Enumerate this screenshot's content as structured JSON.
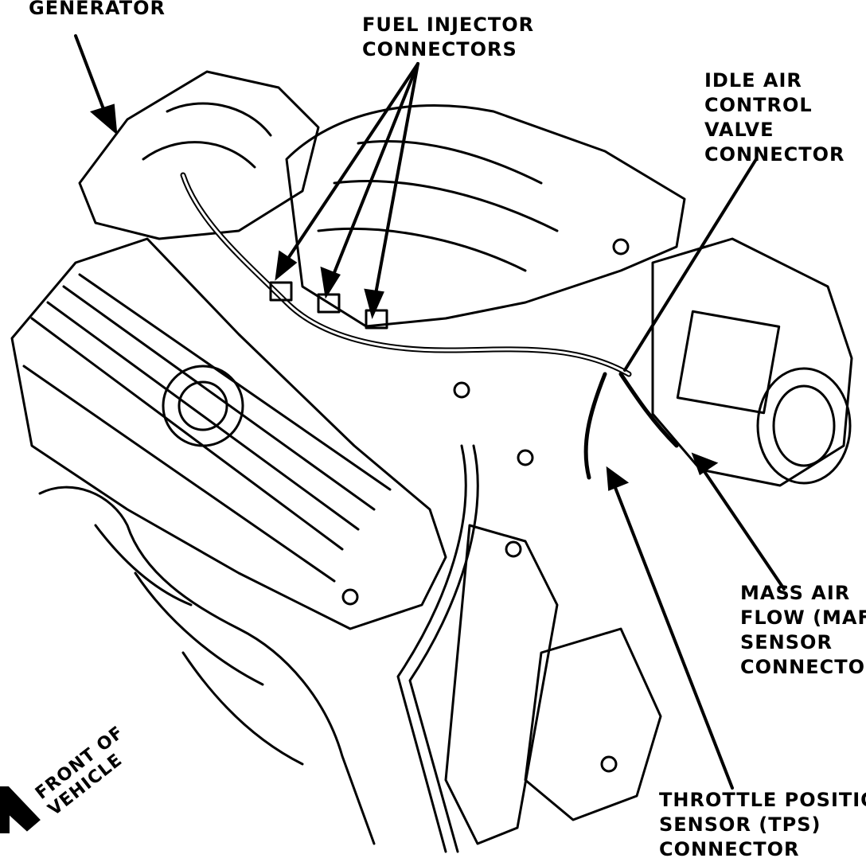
{
  "labels": {
    "generator": [
      "GENERATOR"
    ],
    "fuel_injector": [
      "FUEL INJECTOR",
      "CONNECTORS"
    ],
    "idle_air": [
      "IDLE AIR",
      "CONTROL",
      "VALVE",
      "CONNECTOR"
    ],
    "maf": [
      "MASS AIR",
      "FLOW (MAF)",
      "SENSOR",
      "CONNECTOR"
    ],
    "tps": [
      "THROTTLE POSITION",
      "SENSOR (TPS)",
      "CONNECTOR"
    ],
    "front": [
      "FRONT OF",
      "VEHICLE"
    ]
  },
  "colors": {
    "ink": "#000000",
    "paper": "#ffffff"
  }
}
